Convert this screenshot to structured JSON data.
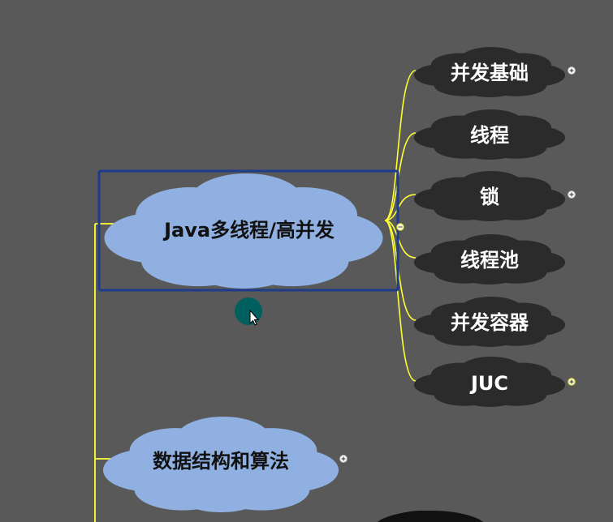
{
  "mindmap": {
    "colors": {
      "background": "#595959",
      "connector": "#ffff33",
      "main_cloud": "#8fb0e0",
      "sub_cloud": "#2b2b2b",
      "selection_border": "#1e3c8c",
      "cursor_halo": "#006060",
      "main_text": "#111111",
      "sub_text": "#ffffff"
    },
    "nodes": [
      {
        "label": "Java多线程/高并发",
        "selected": true,
        "expander": "collapse-icon"
      },
      {
        "label": "数据结构和算法",
        "expander": "expand-icon"
      }
    ],
    "children": [
      {
        "label": "并发基础",
        "expander": "expand-icon"
      },
      {
        "label": "线程",
        "expander": ""
      },
      {
        "label": "锁",
        "expander": "expand-icon"
      },
      {
        "label": "线程池",
        "expander": ""
      },
      {
        "label": "并发容器",
        "expander": ""
      },
      {
        "label": "JUC",
        "expander": "expand-icon"
      }
    ]
  }
}
